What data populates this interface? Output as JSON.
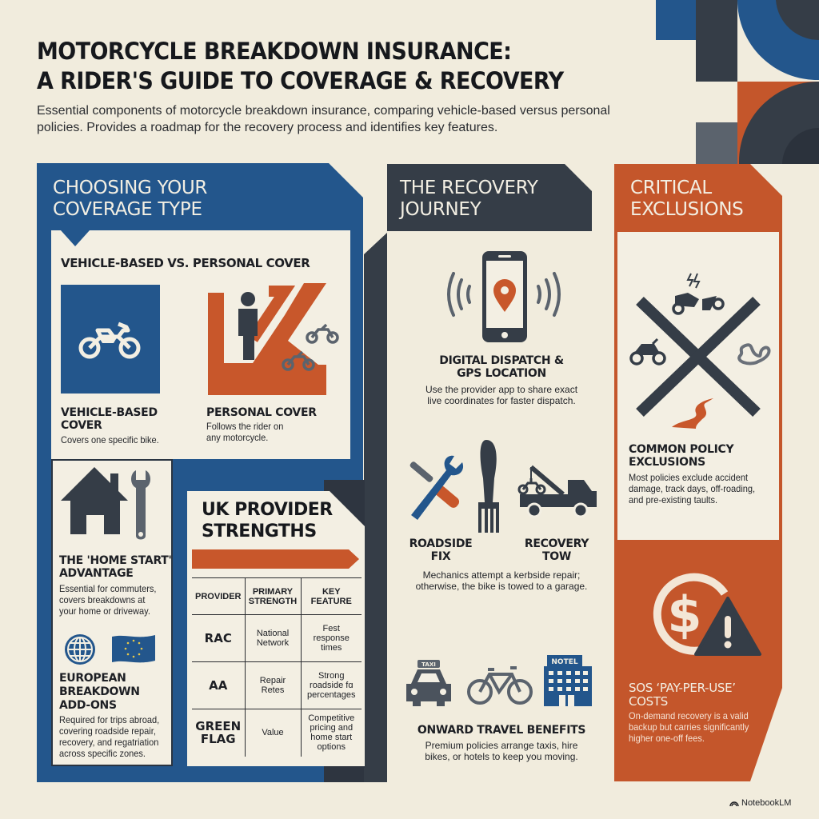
{
  "header": {
    "title_line1": "MOTORCYCLE BREAKDOWN INSURANCE:",
    "title_line2": "A RIDER'S GUIDE TO COVERAGE & RECOVERY",
    "subtitle": "Essential components of motorcycle breakdown insurance, comparing vehicle-based versus personal policies. Provides a roadmap for the recovery process and identifies key features."
  },
  "colors": {
    "background": "#f1ecdd",
    "blue": "#23568c",
    "dark": "#353d47",
    "orange": "#c4562b",
    "cream": "#f3efe3"
  },
  "coverage": {
    "heading_line1": "CHOOSING YOUR",
    "heading_line2": "COVERAGE TYPE",
    "comparison_title": "VEHICLE-BASED VS. PERSONAL COVER",
    "vehicle_based": {
      "icon": "motorcycle-icon",
      "title_line1": "VEHICLE-BASED",
      "title_line2": "COVER",
      "text": "Covers one specific bike."
    },
    "personal": {
      "icon": "rider-multi-bike-icon",
      "title": "PERSONAL COVER",
      "text_line1": "Follows the rider on",
      "text_line2": "any motorcycle."
    },
    "home_start": {
      "icon": "house-wrench-icon",
      "title_line1": "THE 'HOME START'",
      "title_line2": "ADVANTAGE",
      "text_line1": "Essential for commuters,",
      "text_line2": "covers breakdowns at",
      "text_line3": "your home or driveway."
    },
    "european": {
      "icons": [
        "globe-icon",
        "eu-flag-icon"
      ],
      "title_line1": "EUROPEAN",
      "title_line2": "BREAKDOWN",
      "title_line3": "ADD-ONS",
      "text_line1": "Required for trips abroad,",
      "text_line2": "covering roadside repair,",
      "text_line3": "recovery, and regatriation",
      "text_line4": "across specific zones."
    }
  },
  "providers": {
    "heading_line1": "UK PROVIDER",
    "heading_line2": "STRENGTHS",
    "columns": {
      "c1": "PROVIDER",
      "c2_line1": "PRIMARY",
      "c2_line2": "STRENGTH",
      "c3_line1": "KEY",
      "c3_line2": "FEATURE"
    },
    "rows": [
      {
        "provider": "RAC",
        "strength_l1": "National",
        "strength_l2": "Network",
        "feature_l1": "Fest",
        "feature_l2": "response",
        "feature_l3": "times",
        "feature_l4": ""
      },
      {
        "provider": "AA",
        "strength_l1": "Repair",
        "strength_l2": "Retes",
        "feature_l1": "Strong",
        "feature_l2": "roadside fɑ",
        "feature_l3": "percentages",
        "feature_l4": ""
      },
      {
        "provider_l1": "GREEN",
        "provider_l2": "FLAG",
        "strength_l1": "Value",
        "strength_l2": "",
        "feature_l1": "Competitive",
        "feature_l2": "pricing and",
        "feature_l3": "home start",
        "feature_l4": "options"
      }
    ]
  },
  "recovery": {
    "heading_line1": "THE RECOVERY",
    "heading_line2": "JOURNEY",
    "dispatch": {
      "icon": "phone-gps-icon",
      "title_line1": "DIGITAL DISPATCH &",
      "title_line2": "GPS LOCATION",
      "text_line1": "Use the provider app to share exact",
      "text_line2": "live coordinates for faster dispatch."
    },
    "fix_tow": {
      "icons": [
        "tools-icon",
        "fork-icon",
        "tow-truck-icon"
      ],
      "fix_line1": "ROADSIDE",
      "fix_line2": "FIX",
      "tow_line1": "RECOVERY",
      "tow_line2": "TOW",
      "text_line1": "Mechanics attempt a kerbside repair;",
      "text_line2": "otherwise, the bike is towed to a garage."
    },
    "onward": {
      "icons": [
        "taxi-icon",
        "bicycle-icon",
        "hotel-icon"
      ],
      "taxi_sign": "TAXI",
      "hotel_sign": "NOTEL",
      "title": "ONWARD TRAVEL BENEFITS",
      "text_line1": "Premium policies arrange taxis, hire",
      "text_line2": "bikes, or hotels to keep you moving."
    }
  },
  "exclusions": {
    "heading_line1": "CRITICAL",
    "heading_line2": "EXCLUSIONS",
    "common": {
      "icon": "exclusions-cross-icon",
      "title_line1": "COMMON POLICY",
      "title_line2": "EXCLUSIONS",
      "text_line1": "Most policies exclude accident",
      "text_line2": "damage, track days, off-roading,",
      "text_line3": "and pre-existing taults."
    },
    "sos": {
      "icon": "dollar-warning-icon",
      "title_line1": "SOS ‘PAY-PER-USE’",
      "title_line2": "COSTS",
      "text_line1": "On-demand recovery is a valid",
      "text_line2": "backup but carries significantly",
      "text_line3": "higher one-off fees."
    }
  },
  "footer": {
    "brand": "NotebookLM"
  }
}
